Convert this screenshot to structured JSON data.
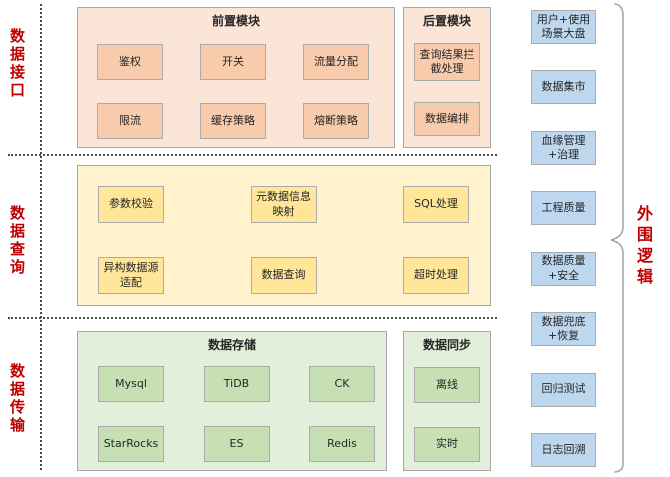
{
  "diagram": {
    "left_sections": {
      "interface": "数据接口",
      "query": "数据查询",
      "transfer": "数据传输"
    },
    "right_brace_label": "外围逻辑",
    "front_module": {
      "title": "前置模块",
      "boxes": [
        "鉴权",
        "开关",
        "流量分配",
        "限流",
        "缓存策略",
        "熔断策略"
      ]
    },
    "post_module": {
      "title": "后置模块",
      "boxes": [
        "查询结果拦\n截处理",
        "数据编排"
      ]
    },
    "query_module": {
      "boxes": [
        "参数校验",
        "元数据信息\n映射",
        "SQL处理",
        "异构数据源\n适配",
        "数据查询",
        "超时处理"
      ]
    },
    "storage_module": {
      "title": "数据存储",
      "boxes": [
        "Mysql",
        "TiDB",
        "CK",
        "StarRocks",
        "ES",
        "Redis"
      ]
    },
    "sync_module": {
      "title": "数据同步",
      "boxes": [
        "离线",
        "实时"
      ]
    },
    "peripheral_modules": [
      "用户+使用\n场景大盘",
      "数据集市",
      "血缘管理\n+治理",
      "工程质量",
      "数据质量\n+安全",
      "数据兜底\n+恢复",
      "回归测试",
      "日志回溯"
    ],
    "colors": {
      "accent_red": "#C00000",
      "peach_container": "#FBE5D6",
      "peach_box": "#F8CBAD",
      "yellow_container": "#FFF2CC",
      "yellow_box": "#FFE699",
      "green_container": "#E2EFDA",
      "green_box": "#C6E0B4",
      "blue_box": "#BDD7EE",
      "border_gray": "#A6A6A6",
      "divider_gray": "#4A4A4A"
    }
  }
}
